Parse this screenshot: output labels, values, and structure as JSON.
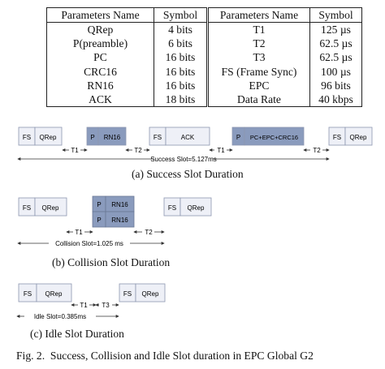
{
  "table": {
    "headers": [
      "Parameters Name",
      "Symbol",
      "Parameters Name",
      "Symbol"
    ],
    "rows": [
      [
        "QRep",
        "4 bits",
        "T1",
        "125 µs"
      ],
      [
        "P(preamble)",
        "6 bits",
        "T2",
        "62.5 µs"
      ],
      [
        "PC",
        "16 bits",
        "T3",
        "62.5 µs"
      ],
      [
        "CRC16",
        "16 bits",
        "FS (Frame Sync)",
        "100 µs"
      ],
      [
        "RN16",
        "16 bits",
        "EPC",
        "96 bits"
      ],
      [
        "ACK",
        "18 bits",
        "Data Rate",
        "40 kbps"
      ]
    ]
  },
  "success": {
    "fs1": "FS",
    "qrep1": "QRep",
    "p1": "P",
    "rn16": "RN16",
    "fs2": "FS",
    "ack": "ACK",
    "p2": "P",
    "pc_epc_crc": "PC+EPC+CRC16",
    "fs3": "FS",
    "qrep2": "QRep",
    "t1a": "T1",
    "t2a": "T2",
    "t1b": "T1",
    "t2b": "T2",
    "slot": "Success Slot=5.127ms",
    "caption": "(a) Success Slot Duration"
  },
  "collision": {
    "fs1": "FS",
    "qrep1": "QRep",
    "p1": "P",
    "rn16a": "RN16",
    "p2": "P",
    "rn16b": "RN16",
    "fs2": "FS",
    "qrep2": "QRep",
    "t1": "T1",
    "t2": "T2",
    "slot": "Collision Slot=1.025 ms",
    "caption": "(b) Collision Slot Duration"
  },
  "idle": {
    "fs1": "FS",
    "qrep1": "QRep",
    "fs2": "FS",
    "qrep2": "QRep",
    "t1": "T1",
    "t3": "T3",
    "slot": "Idle Slot=0.385ms",
    "caption": "(c) Idle Slot Duration"
  },
  "figure_caption": "Fig. 2.  Success, Collision and Idle Slot duration in EPC Global G2",
  "colors": {
    "light_box": "#eef0f7",
    "dark_box": "#8a9bbd",
    "stroke": "#8d97b0"
  }
}
